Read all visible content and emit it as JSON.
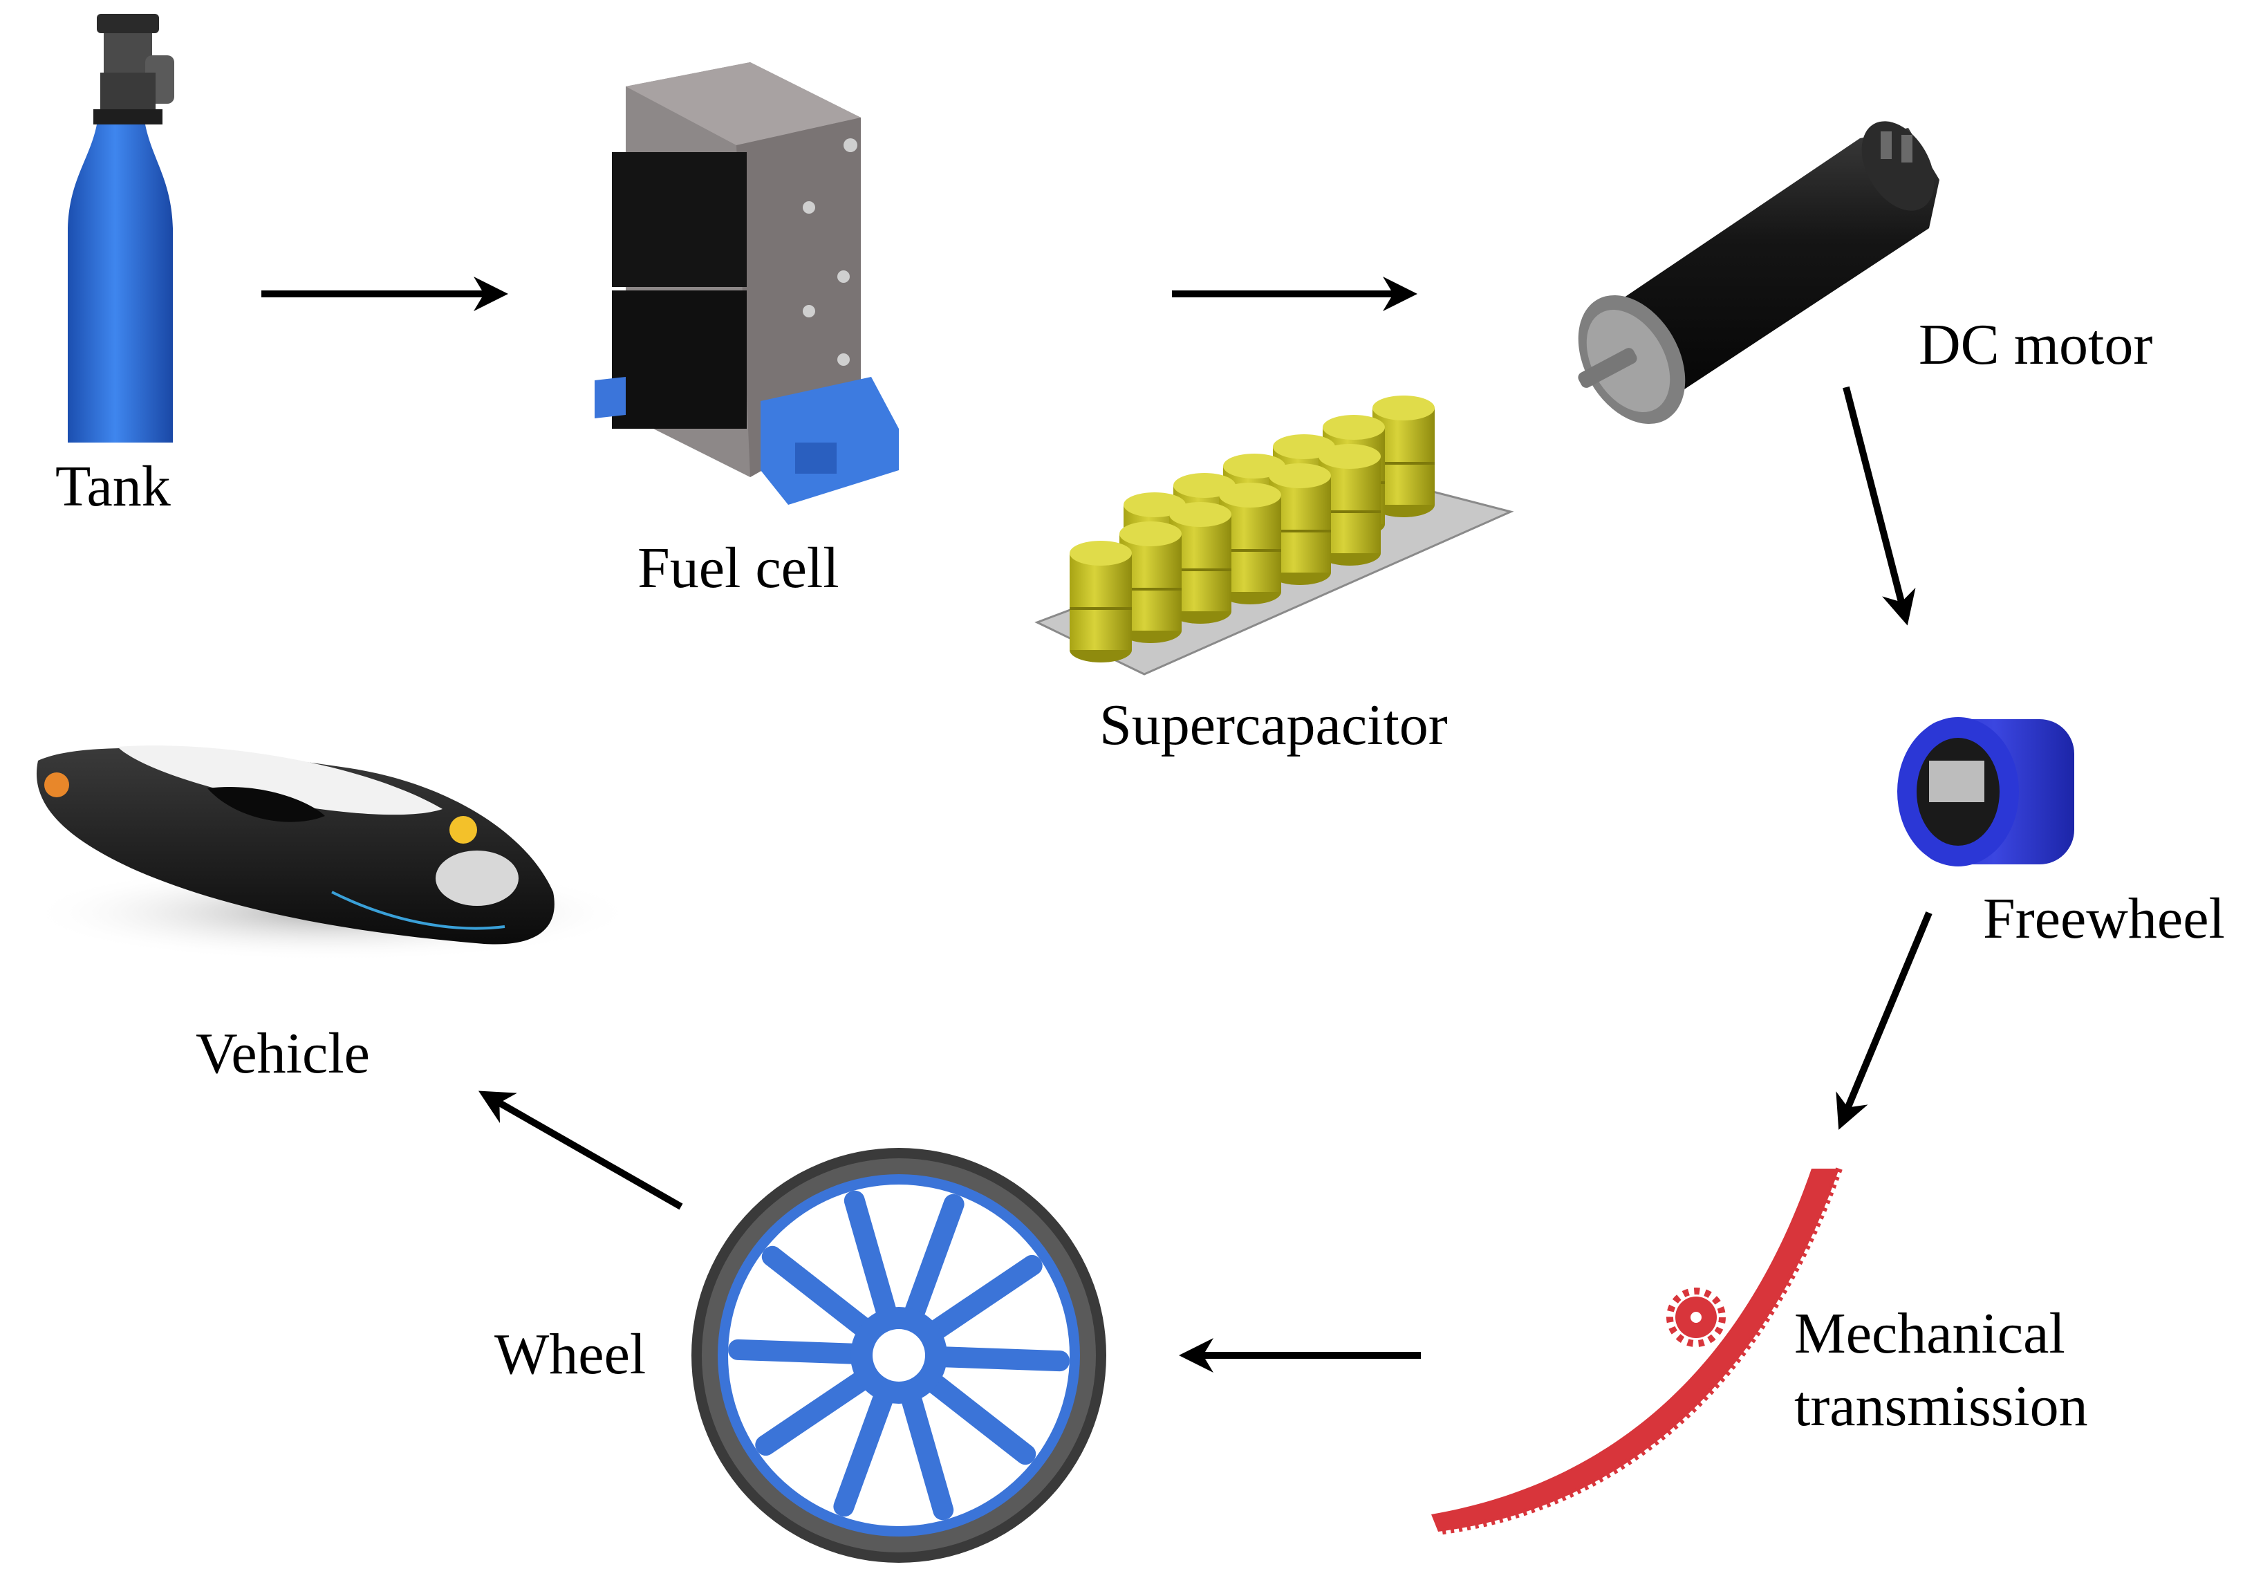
{
  "components": {
    "tank": "Tank",
    "fuel_cell": "Fuel cell",
    "supercapacitor": "Supercapacitor",
    "dc_motor": "DC motor",
    "freewheel": "Freewheel",
    "mechanical_transmission_line1": "Mechanical",
    "mechanical_transmission_line2": "transmission",
    "wheel": "Wheel",
    "vehicle": "Vehicle"
  },
  "flow": [
    "Tank",
    "Fuel cell",
    "Supercapacitor",
    "DC motor",
    "Freewheel",
    "Mechanical transmission",
    "Wheel",
    "Vehicle"
  ],
  "colors": {
    "tank_blue": "#2b6fd6",
    "bracket_blue": "#3d7be0",
    "capacitor_yellow": "#c9c41a",
    "freewheel_blue": "#2230c8",
    "gear_red": "#d8353b",
    "wheel_blue": "#3b74d8",
    "arrow": "#000000"
  }
}
